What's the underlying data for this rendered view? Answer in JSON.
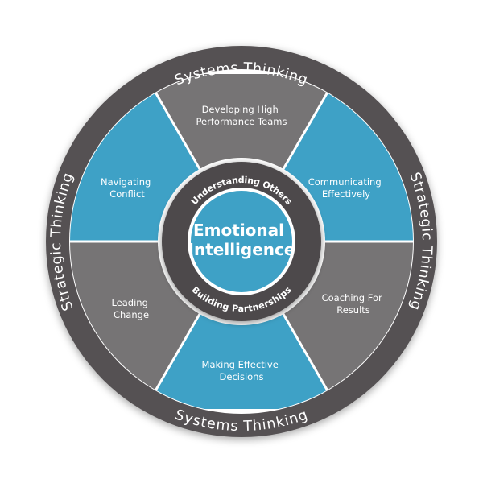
{
  "outer_ring": {
    "top": "Systems Thinking",
    "bottom": "Systems Thinking",
    "left": "Strategic Thinking",
    "right": "Strategic Thinking"
  },
  "segments": {
    "top": [
      "Developing High",
      "Performance Teams"
    ],
    "top_right": [
      "Communicating",
      "Effectively"
    ],
    "bottom_right": [
      "Coaching For",
      "Results"
    ],
    "bottom": [
      "Making Effective",
      "Decisions"
    ],
    "bottom_left": [
      "Leading",
      "Change"
    ],
    "top_left": [
      "Navigating",
      "Conflict"
    ]
  },
  "inner_ring": {
    "top": "Understanding Others",
    "bottom": "Building Partnerships"
  },
  "center": {
    "line1": "Emotional",
    "line2": "Intelligence"
  },
  "colors": {
    "outer_ring": "#555152",
    "blue_segment": "#3ea1c6",
    "gray_segment": "#767475",
    "inner_ring": "#4d4a4b",
    "center": "#3ea1c6",
    "text": "#ffffff"
  }
}
